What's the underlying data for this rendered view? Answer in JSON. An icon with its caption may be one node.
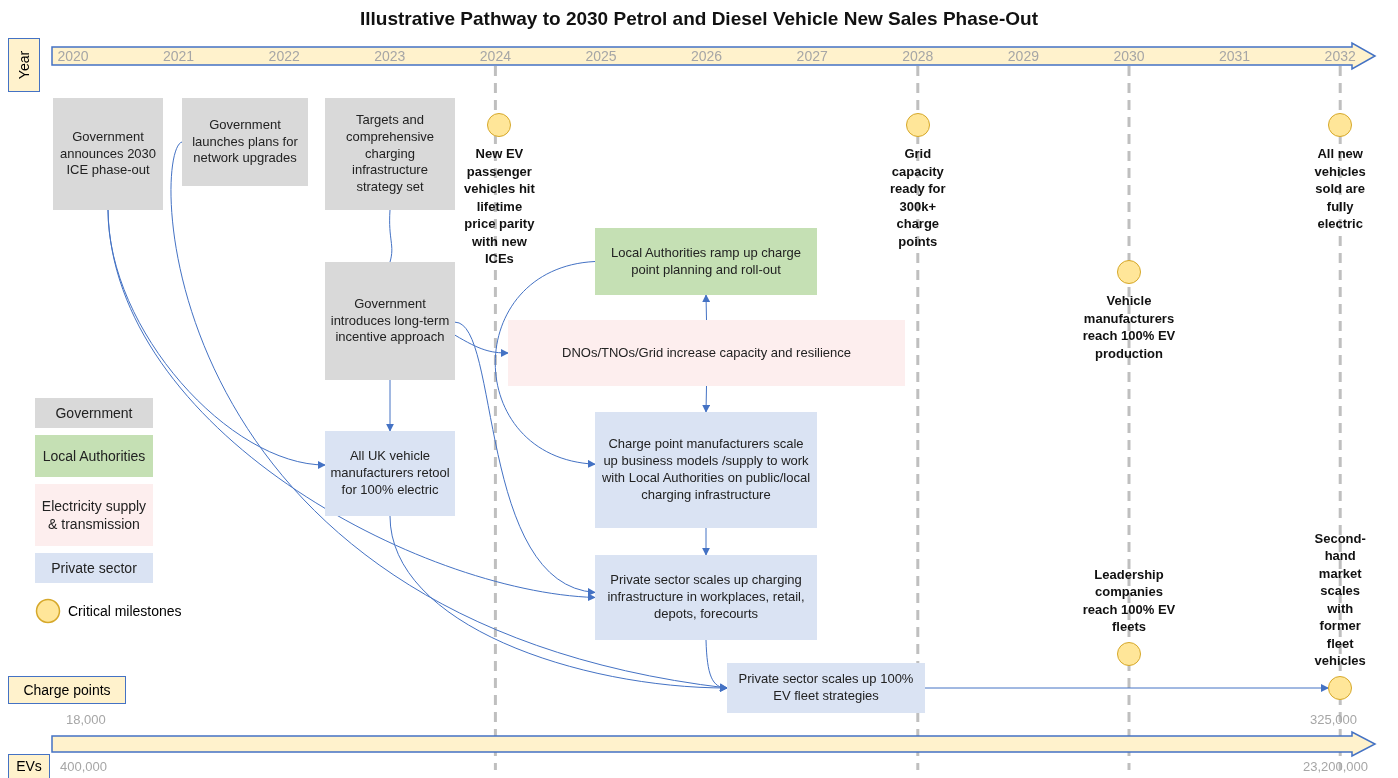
{
  "diagram": {
    "title": "Illustrative Pathway to 2030 Petrol and Diesel Vehicle New Sales Phase-Out",
    "nodes": [
      {
        "text": [
          "Government announces 2030 ICE phase-out"
        ]
      },
      {
        "text": [
          "Government launches plans for network upgrades"
        ]
      },
      {
        "text": [
          "Targets and comprehensive charging infrastructure strategy set"
        ]
      },
      {
        "text": [
          "Government introduces long-term incentive approach"
        ]
      },
      {
        "text": [
          "All UK vehicle manufacturers retool for 100% electric"
        ]
      },
      {
        "text": [
          "Local Authorities ramp up charge point planning and roll-out"
        ]
      },
      {
        "text": [
          "DNOs/TNOs/Grid increase capacity and resilience"
        ]
      },
      {
        "text": [
          "Charge point manufacturers scale up business models /supply to work with Local Authorities on public/local charging infrastructure"
        ]
      },
      {
        "text": [
          "Private sector scales up charging infrastructure in workplaces, retail, depots, forecourts"
        ]
      },
      {
        "text": [
          "Private sector scales up 100% EV fleet strategies"
        ]
      },
      {
        "text": [],
        "shape": "circle",
        "beside": [
          "New EV passenger vehicles hit lifetime price parity with new ICEs"
        ]
      },
      {
        "text": [],
        "shape": "circle",
        "beside": [
          "Grid capacity ready for 300k+ charge points"
        ]
      },
      {
        "text": [],
        "shape": "circle",
        "beside": [
          "All new vehicles sold are fully electric"
        ]
      },
      {
        "text": [],
        "shape": "circle",
        "beside": [
          "Vehicle manufacturers reach 100% EV production"
        ]
      },
      {
        "text": [],
        "shape": "circle",
        "beside": [
          "Leadership companies reach 100% EV fleets"
        ]
      },
      {
        "text": [],
        "shape": "circle",
        "beside": [
          "Second-hand market scales with former fleet vehicles"
        ]
      }
    ],
    "edges": [
      {
        "from": 0,
        "to": 4,
        "arrow": "to"
      },
      {
        "from": 0,
        "to": 8,
        "arrow": "to"
      },
      {
        "from": 1,
        "to": 9,
        "arrow": "to"
      },
      {
        "from": 2,
        "to": 3,
        "arrow": "none"
      },
      {
        "from": 3,
        "to": 4,
        "arrow": "to"
      },
      {
        "from": 3,
        "to": 6,
        "arrow": "to"
      },
      {
        "from": 3,
        "to": 8,
        "arrow": "to"
      },
      {
        "from": 6,
        "to": 5,
        "arrow": "to"
      },
      {
        "from": 5,
        "to": 7,
        "arrow": "to"
      },
      {
        "from": 6,
        "to": 7,
        "arrow": "to"
      },
      {
        "from": 7,
        "to": 8,
        "arrow": "to"
      },
      {
        "from": 8,
        "to": 9,
        "arrow": "to"
      },
      {
        "from": 4,
        "to": 9,
        "arrow": "to"
      },
      {
        "from": 9,
        "to": 15,
        "arrow": "to"
      }
    ],
    "labels": [
      "Year",
      "2020",
      "2021",
      "2022",
      "2023",
      "2024",
      "2025",
      "2026",
      "2027",
      "2028",
      "2029",
      "2030",
      "2031",
      "2032",
      "Charge points",
      "18,000",
      "325,000",
      "EVs",
      "400,000",
      "23,200,000"
    ],
    "legend": [
      {
        "text": "Government",
        "color": "#d9d9d9"
      },
      {
        "text": "Local Authorities",
        "color": "#c5e0b4"
      },
      {
        "text": "Electricity supply & transmission",
        "color": "#fdeeee"
      },
      {
        "text": "Private sector",
        "color": "#dae3f3"
      },
      {
        "text": "Critical milestones"
      }
    ]
  }
}
